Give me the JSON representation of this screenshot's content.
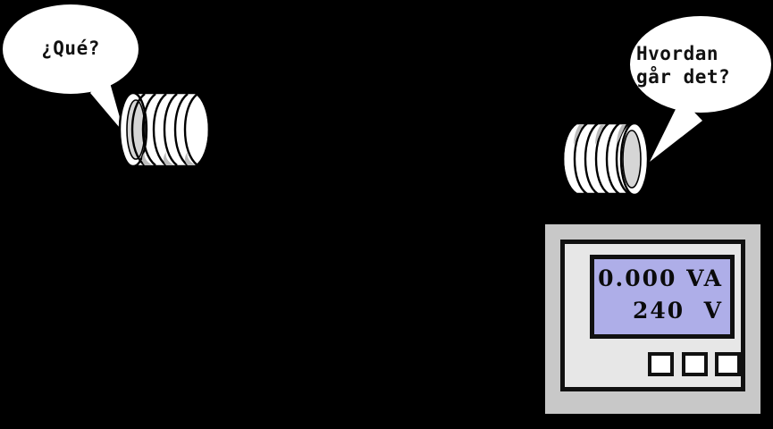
{
  "scene": {
    "title": "Tin can telephone conversation with energy meter",
    "background_color": "#000000"
  },
  "bubbles": {
    "left": {
      "text": "¿Qué?",
      "language": "Spanish",
      "fill_color": "#ffffff"
    },
    "right": {
      "line1": "Hvordan",
      "line2": "går det?",
      "language": "Norwegian",
      "fill_color": "#ffffff"
    }
  },
  "cans": {
    "left": {
      "label": "tin-can-telephone-left",
      "opening_side": "left"
    },
    "right": {
      "label": "tin-can-telephone-right",
      "opening_side": "right"
    }
  },
  "meter": {
    "case_color": "#c8c8c8",
    "bezel_color": "#e7e7e7",
    "lcd": {
      "background_color": "#aeaee8",
      "line1": "0.000 VA",
      "line2": "240  V",
      "reading_value": "0.000",
      "reading_unit": "VA",
      "voltage_value": "240",
      "voltage_unit": "V"
    },
    "buttons": [
      {
        "label": ""
      },
      {
        "label": ""
      },
      {
        "label": ""
      }
    ]
  }
}
